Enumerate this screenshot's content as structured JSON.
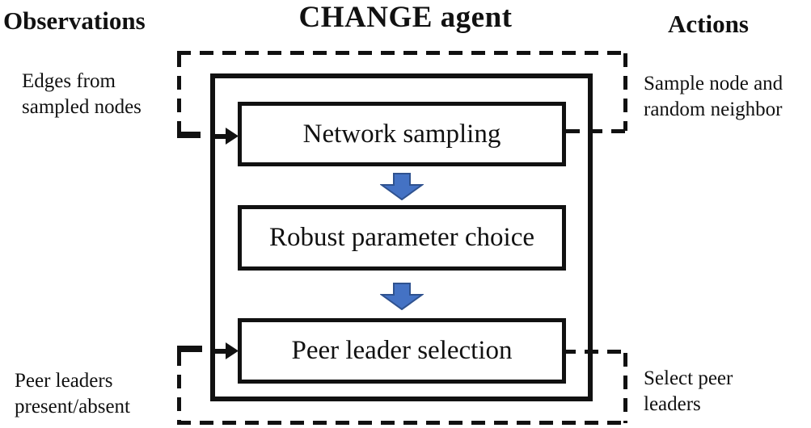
{
  "figure": {
    "title": "CHANGE agent",
    "observations": {
      "heading": "Observations",
      "top_note": [
        "Edges from",
        "sampled nodes"
      ],
      "bottom_note": [
        "Peer leaders",
        "present/absent"
      ]
    },
    "actions": {
      "heading": "Actions",
      "top_note": [
        "Sample node and",
        "random neighbor"
      ],
      "bottom_note": [
        "Select peer",
        "leaders"
      ]
    },
    "agent_pipeline": {
      "steps": [
        {
          "label": "Network sampling"
        },
        {
          "label": "Robust parameter choice"
        },
        {
          "label": "Peer leader selection"
        }
      ]
    },
    "colors": {
      "flow_arrow_fill": "#4472C4",
      "flow_arrow_stroke": "#2F528F",
      "line_color": "#111111"
    }
  }
}
